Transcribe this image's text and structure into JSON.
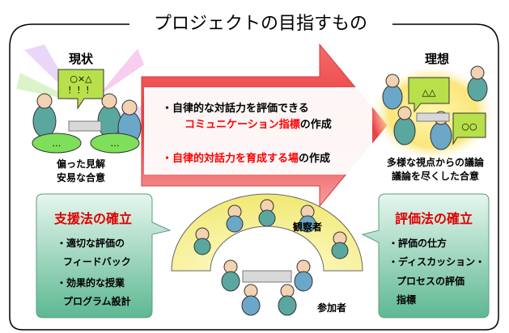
{
  "title": "プロジェクトの目指すもの",
  "current": {
    "label": "現状",
    "bubble_symbols": "○×△",
    "bubble_marks": "！！！",
    "ellipsis": "…",
    "caption_line1": "偏った見解",
    "caption_line2": "安易な合意"
  },
  "ideal": {
    "label": "理想",
    "bubble_left": "△△",
    "bubble_right": "○○",
    "caption_line1": "多様な視点からの議論",
    "caption_line2": "議論を尽くした合意"
  },
  "arrow": {
    "line1_prefix": "・自律的な対話力を評価できる",
    "line2_highlight": "コミュニケーション指標",
    "line2_suffix": "の作成",
    "line3_prefix": "・",
    "line3_highlight": "自律的対話力を育成する場",
    "line3_suffix": "の作成"
  },
  "support": {
    "title": "支援法の確立",
    "line1": "・適切な評価の",
    "line2": "フィードバック",
    "line3": "・効果的な授業",
    "line4": "プログラム設計"
  },
  "evaluation": {
    "title": "評価法の確立",
    "line1": "・評価の仕方",
    "line2": "・ディスカッション・",
    "line3": "プロセスの評価",
    "line4": "指標"
  },
  "observers_label": "観察者",
  "participants_label": "参加者",
  "colors": {
    "arrow_red": "#e8373a",
    "highlight_red": "#ff0000",
    "box_green": "#7ac8a8",
    "cloud_green": "#7ee05a",
    "bubble_yellow_green": "#b8e04a",
    "arc_yellow": "#f4f08a",
    "ideal_yellow": "#fbe67a"
  }
}
